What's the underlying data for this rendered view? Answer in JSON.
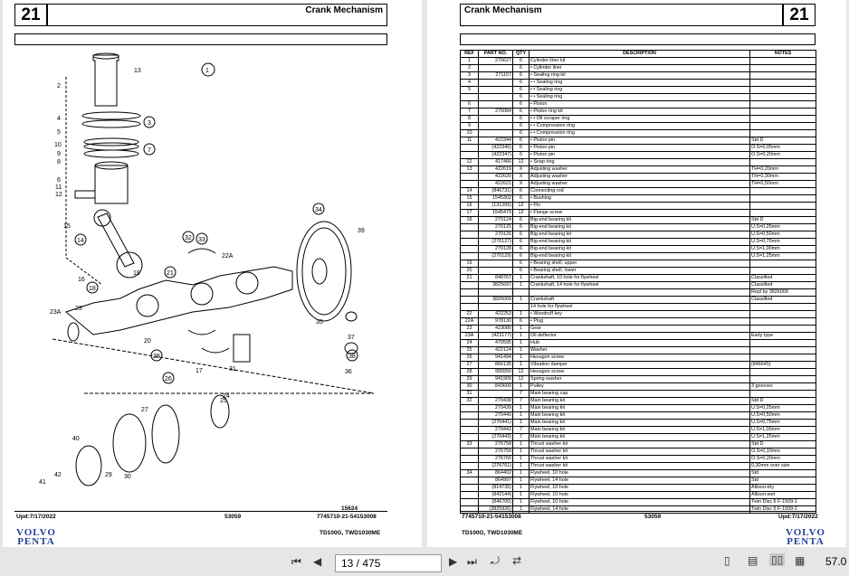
{
  "left_page": {
    "section_number": "21",
    "title": "Crank Mechanism",
    "drawing_number": "15624",
    "updated": "Upd:7/17/2022",
    "doc_code": "53059",
    "part_ref": "7745710-21-54153008",
    "model": "TD100G, TWD1030ME",
    "brand_line1": "VOLVO",
    "brand_line2": "PENTA",
    "callouts": [
      "1",
      "2",
      "13",
      "4",
      "5",
      "3",
      "10",
      "9",
      "8",
      "7",
      "6",
      "11",
      "12",
      "15",
      "14",
      "34",
      "39",
      "32",
      "33",
      "22A",
      "21",
      "16",
      "18",
      "19",
      "23A",
      "23",
      "20",
      "28",
      "17",
      "26",
      "25",
      "31",
      "35",
      "37",
      "38",
      "36",
      "24",
      "27",
      "40",
      "42",
      "41",
      "29",
      "30"
    ]
  },
  "right_page": {
    "section_number": "21",
    "title": "Crank Mechanism",
    "part_ref": "7745710-21-54153008",
    "doc_code": "53059",
    "updated": "Upd:7/17/2022",
    "model": "TD100G, TWD1030ME",
    "brand_line1": "VOLVO",
    "brand_line2": "PENTA",
    "headers": [
      "REF",
      "PART NO.",
      "QTY",
      "DESCRIPTION",
      "NOTES"
    ],
    "rows": [
      [
        "1",
        "275627",
        "6",
        "Cylinder liner kit",
        ""
      ],
      [
        "2",
        "",
        "6",
        "• Cylinder liner",
        ""
      ],
      [
        "3",
        "271157",
        "6",
        "• Sealing ring kit",
        ""
      ],
      [
        "4",
        "",
        "6",
        "• • Sealing ring",
        ""
      ],
      [
        "5",
        "",
        "6",
        "• • Sealing ring",
        ""
      ],
      [
        "",
        "",
        "6",
        "• • Sealing ring",
        ""
      ],
      [
        "6",
        "",
        "6",
        "• Piston",
        ""
      ],
      [
        "7",
        "275084",
        "6",
        "• Piston ring kit",
        ""
      ],
      [
        "8",
        "",
        "6",
        "• • Oil scraper ring",
        ""
      ],
      [
        "9",
        "",
        "6",
        "• • Compression ring",
        ""
      ],
      [
        "10",
        "",
        "6",
        "• • Compression ring",
        ""
      ],
      [
        "11",
        "422344",
        "6",
        "• Piston pin",
        "Std D"
      ],
      [
        "",
        "(422345)",
        "6",
        "• Piston pin",
        "O.S=0,05mm"
      ],
      [
        "",
        "(422347)",
        "6",
        "• Piston pin",
        "O.S=0,20mm"
      ],
      [
        "12",
        "417466",
        "12",
        "• Snap ring",
        ""
      ],
      [
        "13",
        "422619",
        "X",
        "Adjusting washer",
        "TH=0,20mm"
      ],
      [
        "",
        "422620",
        "X",
        "Adjusting washer",
        "TH=0,30mm"
      ],
      [
        "",
        "422621",
        "X",
        "Adjusting washer",
        "TH=0,50mm"
      ],
      [
        "14",
        "(846731)",
        "6",
        "Connecting rod",
        ""
      ],
      [
        "15",
        "1545302",
        "6",
        "• Bushing",
        ""
      ],
      [
        "16",
        "(131205)",
        "12",
        "• Pin",
        ""
      ],
      [
        "17",
        "1545479",
        "12",
        "• Flange screw",
        ""
      ],
      [
        "18",
        "270124",
        "6",
        "Big-end bearing kit",
        "Std D"
      ],
      [
        "",
        "270125",
        "6",
        "Big-end bearing kit",
        "U.S=0,25mm"
      ],
      [
        "",
        "270126",
        "6",
        "Big-end bearing kit",
        "U.S=0,50mm"
      ],
      [
        "",
        "(270127)",
        "6",
        "Big-end bearing kit",
        "U.S=0,75mm"
      ],
      [
        "",
        "270128",
        "6",
        "Big-end bearing kit",
        "U.S=1,00mm"
      ],
      [
        "",
        "(270129)",
        "6",
        "Big-end bearing kit",
        "U.S=1,25mm"
      ],
      [
        "19",
        "",
        "6",
        "• Bearing shell, upper",
        ""
      ],
      [
        "20",
        "",
        "6",
        "• Bearing shell, lower",
        ""
      ],
      [
        "21",
        "848767",
        "1",
        "Crankshaft, 10 hole for flywheel",
        "Classified"
      ],
      [
        "",
        "3825697",
        "1",
        "Crankshaft, 14 hole for flywheel",
        "Classified"
      ],
      [
        "",
        "",
        "",
        "",
        "Repl by 3826009"
      ],
      [
        "",
        "3826009",
        "1",
        "Crankshaft",
        "Classified"
      ],
      [
        "",
        "",
        "",
        "14 hole for flywheel",
        ""
      ],
      [
        "22",
        "422253",
        "1",
        "• Woodruff key",
        ""
      ],
      [
        "22A",
        "978130",
        "6",
        "• Plug",
        ""
      ],
      [
        "23",
        "423080",
        "1",
        "Gear",
        ""
      ],
      [
        "23A",
        "(423177)",
        "1",
        "Oil deflector",
        "Early type"
      ],
      [
        "24",
        "470595",
        "1",
        "Hub",
        ""
      ],
      [
        "25",
        "422124",
        "1",
        "Washer",
        ""
      ],
      [
        "26",
        "941494",
        "1",
        "Hexagon screw",
        ""
      ],
      [
        "27",
        "866135",
        "1",
        "Vibration damper",
        "(846645)"
      ],
      [
        "28",
        "955550",
        "12",
        "Hexagon screw",
        ""
      ],
      [
        "29",
        "941909",
        "12",
        "Spring washer",
        ""
      ],
      [
        "30",
        "843600",
        "1",
        "Pulley",
        "3 grooves"
      ],
      [
        "31",
        "",
        "7",
        "Main bearing cap",
        ""
      ],
      [
        "32",
        "270438",
        "7",
        "Main bearing kit",
        "Std D"
      ],
      [
        "",
        "270439",
        "1",
        "Main bearing kit",
        "U.S=0,25mm"
      ],
      [
        "",
        "270440",
        "1",
        "Main bearing kit",
        "U.S=0,50mm"
      ],
      [
        "",
        "(270441)",
        "1",
        "Main bearing kit",
        "U.S=0,75mm"
      ],
      [
        "",
        "270442",
        "7",
        "Main bearing kit",
        "U.S=1,00mm"
      ],
      [
        "",
        "(270443)",
        "7",
        "Main bearing kit",
        "U.S=1,25mm"
      ],
      [
        "33",
        "276758",
        "1",
        "Thrust washer kit",
        "Std D"
      ],
      [
        "",
        "276759",
        "1",
        "Thrust washer kit",
        "O.S=0,10mm"
      ],
      [
        "",
        "276760",
        "1",
        "Thrust washer kit",
        "O.S=0,20mm"
      ],
      [
        "",
        "(276761)",
        "1",
        "Thrust washer kit",
        "0,30mm over size"
      ],
      [
        "34",
        "864402",
        "1",
        "Flywheel, 10 hole",
        "Std"
      ],
      [
        "",
        "864997",
        "1",
        "Flywheel, 14 hole",
        "Std"
      ],
      [
        "",
        "(814735)",
        "1",
        "Flywheel, 10 hole",
        "Allison-dry"
      ],
      [
        "",
        "(842144)",
        "1",
        "Flywheel, 10 hole",
        "Allison-wet"
      ],
      [
        "",
        "(846700)",
        "1",
        "Flywheel, 10 hole",
        "Twin Disc 6 F-1509-1"
      ],
      [
        "",
        "(3825926)",
        "1",
        "Flywheel, 14 hole",
        "Twin Disc 6 F-1509-1"
      ]
    ]
  },
  "toolbar": {
    "page_value": "13 / 475",
    "zoom": "57.0"
  }
}
